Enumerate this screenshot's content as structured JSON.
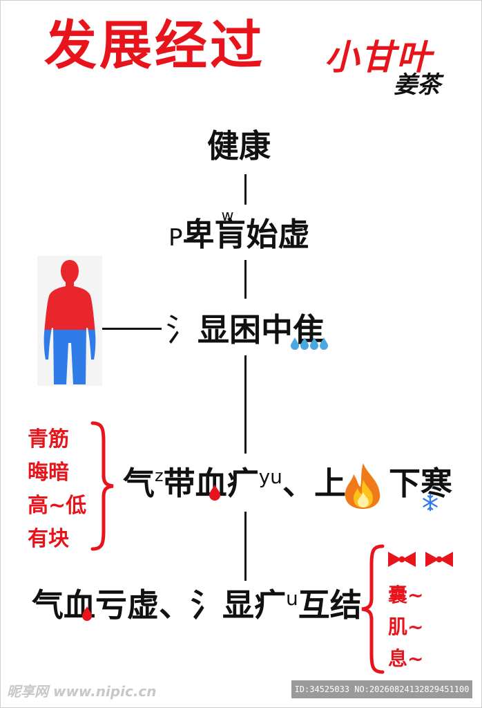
{
  "title": "发展经过",
  "brand": {
    "main": "小甘叶",
    "sub": "姜茶"
  },
  "stages": [
    {
      "text": "健康"
    },
    {
      "prefix": "P",
      "main": "卑",
      "ruby": "w",
      "rest": "肓始虚"
    },
    {
      "prefix": "氵",
      "main": "显困中隹"
    },
    {
      "part1": "气",
      "ruby1": "z",
      "part2": "带",
      "part3": "血",
      "part4": "疒",
      "ruby2": "yu",
      "part5": "、上",
      "part6": "下寒"
    },
    {
      "part1": "气",
      "part2": "血",
      "part3": "亏虚、",
      "part4": "氵显疒",
      "ruby": "u",
      "part5": "互结"
    }
  ],
  "left_symptoms": [
    "青筋",
    "晦暗",
    "高~低",
    "有块"
  ],
  "right_symptoms": [
    "囊~",
    "肌~",
    "息~"
  ],
  "watermark_left": "昵享网 www.nipic.cn",
  "watermark_right": "ID:34525033 NO:20260824132829451100",
  "colors": {
    "accent": "#e8141c",
    "body_top": "#e8262b",
    "body_bottom": "#2f7be8"
  },
  "icons": [
    "water-drops-icon",
    "blood-drop-icon",
    "fire-icon",
    "snowflake-icon",
    "bow-icon",
    "brace-icon",
    "human-body-icon"
  ]
}
